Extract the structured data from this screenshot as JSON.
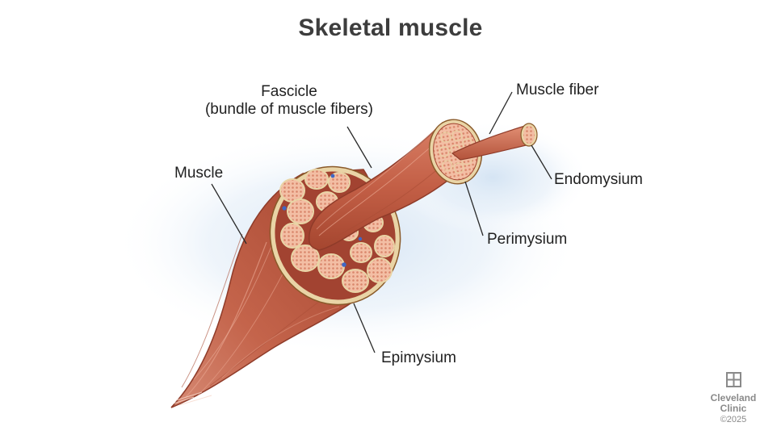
{
  "title": "Skeletal muscle",
  "labels": {
    "muscle": "Muscle",
    "fascicle_line1": "Fascicle",
    "fascicle_line2": "(bundle of muscle fibers)",
    "muscle_fiber": "Muscle fiber",
    "endomysium": "Endomysium",
    "perimysium": "Perimysium",
    "epimysium": "Epimysium"
  },
  "logo": {
    "name_line1": "Cleveland",
    "name_line2": "Clinic",
    "copyright": "©2025"
  },
  "colors": {
    "muscle_main": "#c5634a",
    "muscle_dark": "#9c3f2c",
    "muscle_light": "#e2937a",
    "sheath": "#e9d4a6",
    "fiber_fill": "#efb49a",
    "glow": "#dbe8f4",
    "vessel": "#3f67c4"
  }
}
